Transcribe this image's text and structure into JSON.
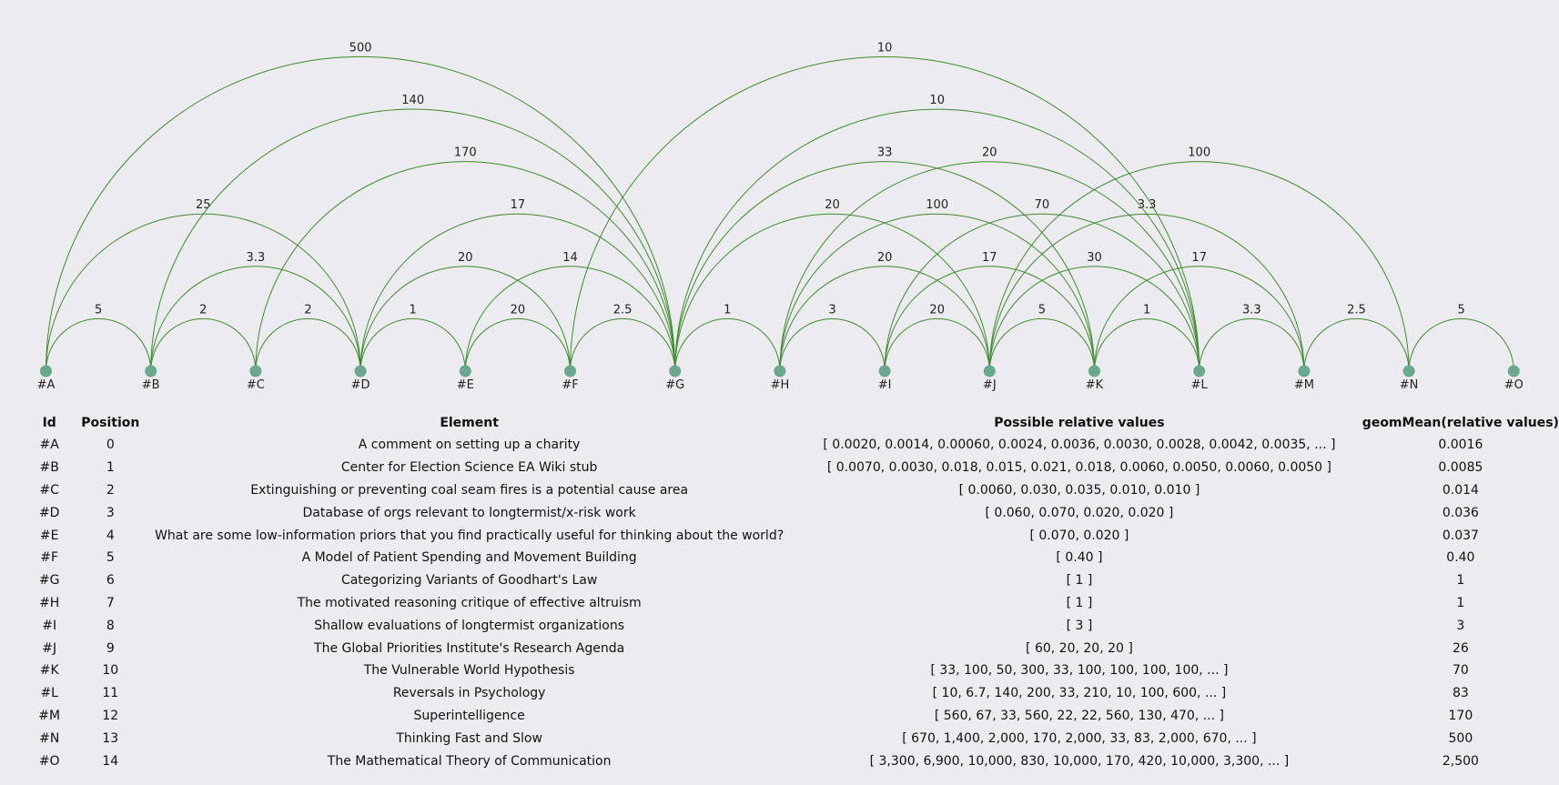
{
  "diagram": {
    "nodes": [
      "#A",
      "#B",
      "#C",
      "#D",
      "#E",
      "#F",
      "#G",
      "#H",
      "#I",
      "#J",
      "#K",
      "#L",
      "#M",
      "#N",
      "#O"
    ],
    "node_color": "#69a88f",
    "arc_color": "#3f8a2e",
    "arcs": [
      {
        "from": "#A",
        "to": "#B",
        "label": "5"
      },
      {
        "from": "#B",
        "to": "#C",
        "label": "2"
      },
      {
        "from": "#C",
        "to": "#D",
        "label": "2"
      },
      {
        "from": "#D",
        "to": "#E",
        "label": "1"
      },
      {
        "from": "#E",
        "to": "#F",
        "label": "20"
      },
      {
        "from": "#F",
        "to": "#G",
        "label": "2.5"
      },
      {
        "from": "#G",
        "to": "#H",
        "label": "1"
      },
      {
        "from": "#H",
        "to": "#I",
        "label": "3"
      },
      {
        "from": "#I",
        "to": "#J",
        "label": "20"
      },
      {
        "from": "#J",
        "to": "#K",
        "label": "5"
      },
      {
        "from": "#K",
        "to": "#L",
        "label": "1"
      },
      {
        "from": "#L",
        "to": "#M",
        "label": "3.3"
      },
      {
        "from": "#M",
        "to": "#N",
        "label": "2.5"
      },
      {
        "from": "#N",
        "to": "#O",
        "label": "5"
      },
      {
        "from": "#B",
        "to": "#D",
        "label": "3.3"
      },
      {
        "from": "#D",
        "to": "#F",
        "label": "20"
      },
      {
        "from": "#E",
        "to": "#G",
        "label": "14"
      },
      {
        "from": "#H",
        "to": "#J",
        "label": "20"
      },
      {
        "from": "#I",
        "to": "#K",
        "label": "17"
      },
      {
        "from": "#J",
        "to": "#L",
        "label": "30"
      },
      {
        "from": "#K",
        "to": "#M",
        "label": "17"
      },
      {
        "from": "#A",
        "to": "#D",
        "label": "25"
      },
      {
        "from": "#D",
        "to": "#G",
        "label": "17"
      },
      {
        "from": "#G",
        "to": "#J",
        "label": "20"
      },
      {
        "from": "#H",
        "to": "#K",
        "label": "100"
      },
      {
        "from": "#I",
        "to": "#L",
        "label": "70"
      },
      {
        "from": "#J",
        "to": "#M",
        "label": "3.3"
      },
      {
        "from": "#C",
        "to": "#G",
        "label": "170"
      },
      {
        "from": "#G",
        "to": "#K",
        "label": "33"
      },
      {
        "from": "#H",
        "to": "#L",
        "label": "20"
      },
      {
        "from": "#J",
        "to": "#N",
        "label": "100"
      },
      {
        "from": "#B",
        "to": "#G",
        "label": "140"
      },
      {
        "from": "#G",
        "to": "#L",
        "label": "10"
      },
      {
        "from": "#A",
        "to": "#G",
        "label": "500"
      },
      {
        "from": "#F",
        "to": "#L",
        "label": "10"
      }
    ]
  },
  "table": {
    "headers": {
      "id": "Id",
      "position": "Position",
      "element": "Element",
      "values": "Possible relative values",
      "geomean": "geomMean(relative values)"
    },
    "rows": [
      {
        "id": "#A",
        "position": "0",
        "element": "A comment on setting up a charity",
        "values": "[ 0.0020, 0.0014, 0.00060, 0.0024, 0.0036, 0.0030, 0.0028, 0.0042, 0.0035, ... ]",
        "geomean": "0.0016"
      },
      {
        "id": "#B",
        "position": "1",
        "element": "Center for Election Science EA Wiki stub",
        "values": "[ 0.0070, 0.0030, 0.018, 0.015, 0.021, 0.018, 0.0060, 0.0050, 0.0060, 0.0050 ]",
        "geomean": "0.0085"
      },
      {
        "id": "#C",
        "position": "2",
        "element": "Extinguishing or preventing coal seam fires is a potential cause area",
        "values": "[ 0.0060, 0.030, 0.035, 0.010, 0.010 ]",
        "geomean": "0.014"
      },
      {
        "id": "#D",
        "position": "3",
        "element": "Database of orgs relevant to longtermist/x-risk work",
        "values": "[ 0.060, 0.070, 0.020, 0.020 ]",
        "geomean": "0.036"
      },
      {
        "id": "#E",
        "position": "4",
        "element": "What are some low-information priors that you find practically useful for thinking about the world?",
        "values": "[ 0.070, 0.020 ]",
        "geomean": "0.037"
      },
      {
        "id": "#F",
        "position": "5",
        "element": "A Model of Patient Spending and Movement Building",
        "values": "[ 0.40 ]",
        "geomean": "0.40"
      },
      {
        "id": "#G",
        "position": "6",
        "element": "Categorizing Variants of Goodhart's Law",
        "values": "[ 1 ]",
        "geomean": "1"
      },
      {
        "id": "#H",
        "position": "7",
        "element": "The motivated reasoning critique of effective altruism",
        "values": "[ 1 ]",
        "geomean": "1"
      },
      {
        "id": "#I",
        "position": "8",
        "element": "Shallow evaluations of longtermist organizations",
        "values": "[ 3 ]",
        "geomean": "3"
      },
      {
        "id": "#J",
        "position": "9",
        "element": "The Global Priorities Institute's Research Agenda",
        "values": "[ 60, 20, 20, 20 ]",
        "geomean": "26"
      },
      {
        "id": "#K",
        "position": "10",
        "element": "The Vulnerable World Hypothesis",
        "values": "[ 33, 100, 50, 300, 33, 100, 100, 100, 100, ... ]",
        "geomean": "70"
      },
      {
        "id": "#L",
        "position": "11",
        "element": "Reversals in Psychology",
        "values": "[ 10, 6.7, 140, 200, 33, 210, 10, 100, 600, ... ]",
        "geomean": "83"
      },
      {
        "id": "#M",
        "position": "12",
        "element": "Superintelligence",
        "values": "[ 560, 67, 33, 560, 22, 22, 560, 130, 470, ... ]",
        "geomean": "170"
      },
      {
        "id": "#N",
        "position": "13",
        "element": "Thinking Fast and Slow",
        "values": "[ 670, 1,400, 2,000, 170, 2,000, 33, 83, 2,000, 670, ... ]",
        "geomean": "500"
      },
      {
        "id": "#O",
        "position": "14",
        "element": "The Mathematical Theory of Communication",
        "values": "[ 3,300, 6,900, 10,000, 830, 10,000, 170, 420, 10,000, 3,300, ... ]",
        "geomean": "2,500"
      }
    ]
  }
}
